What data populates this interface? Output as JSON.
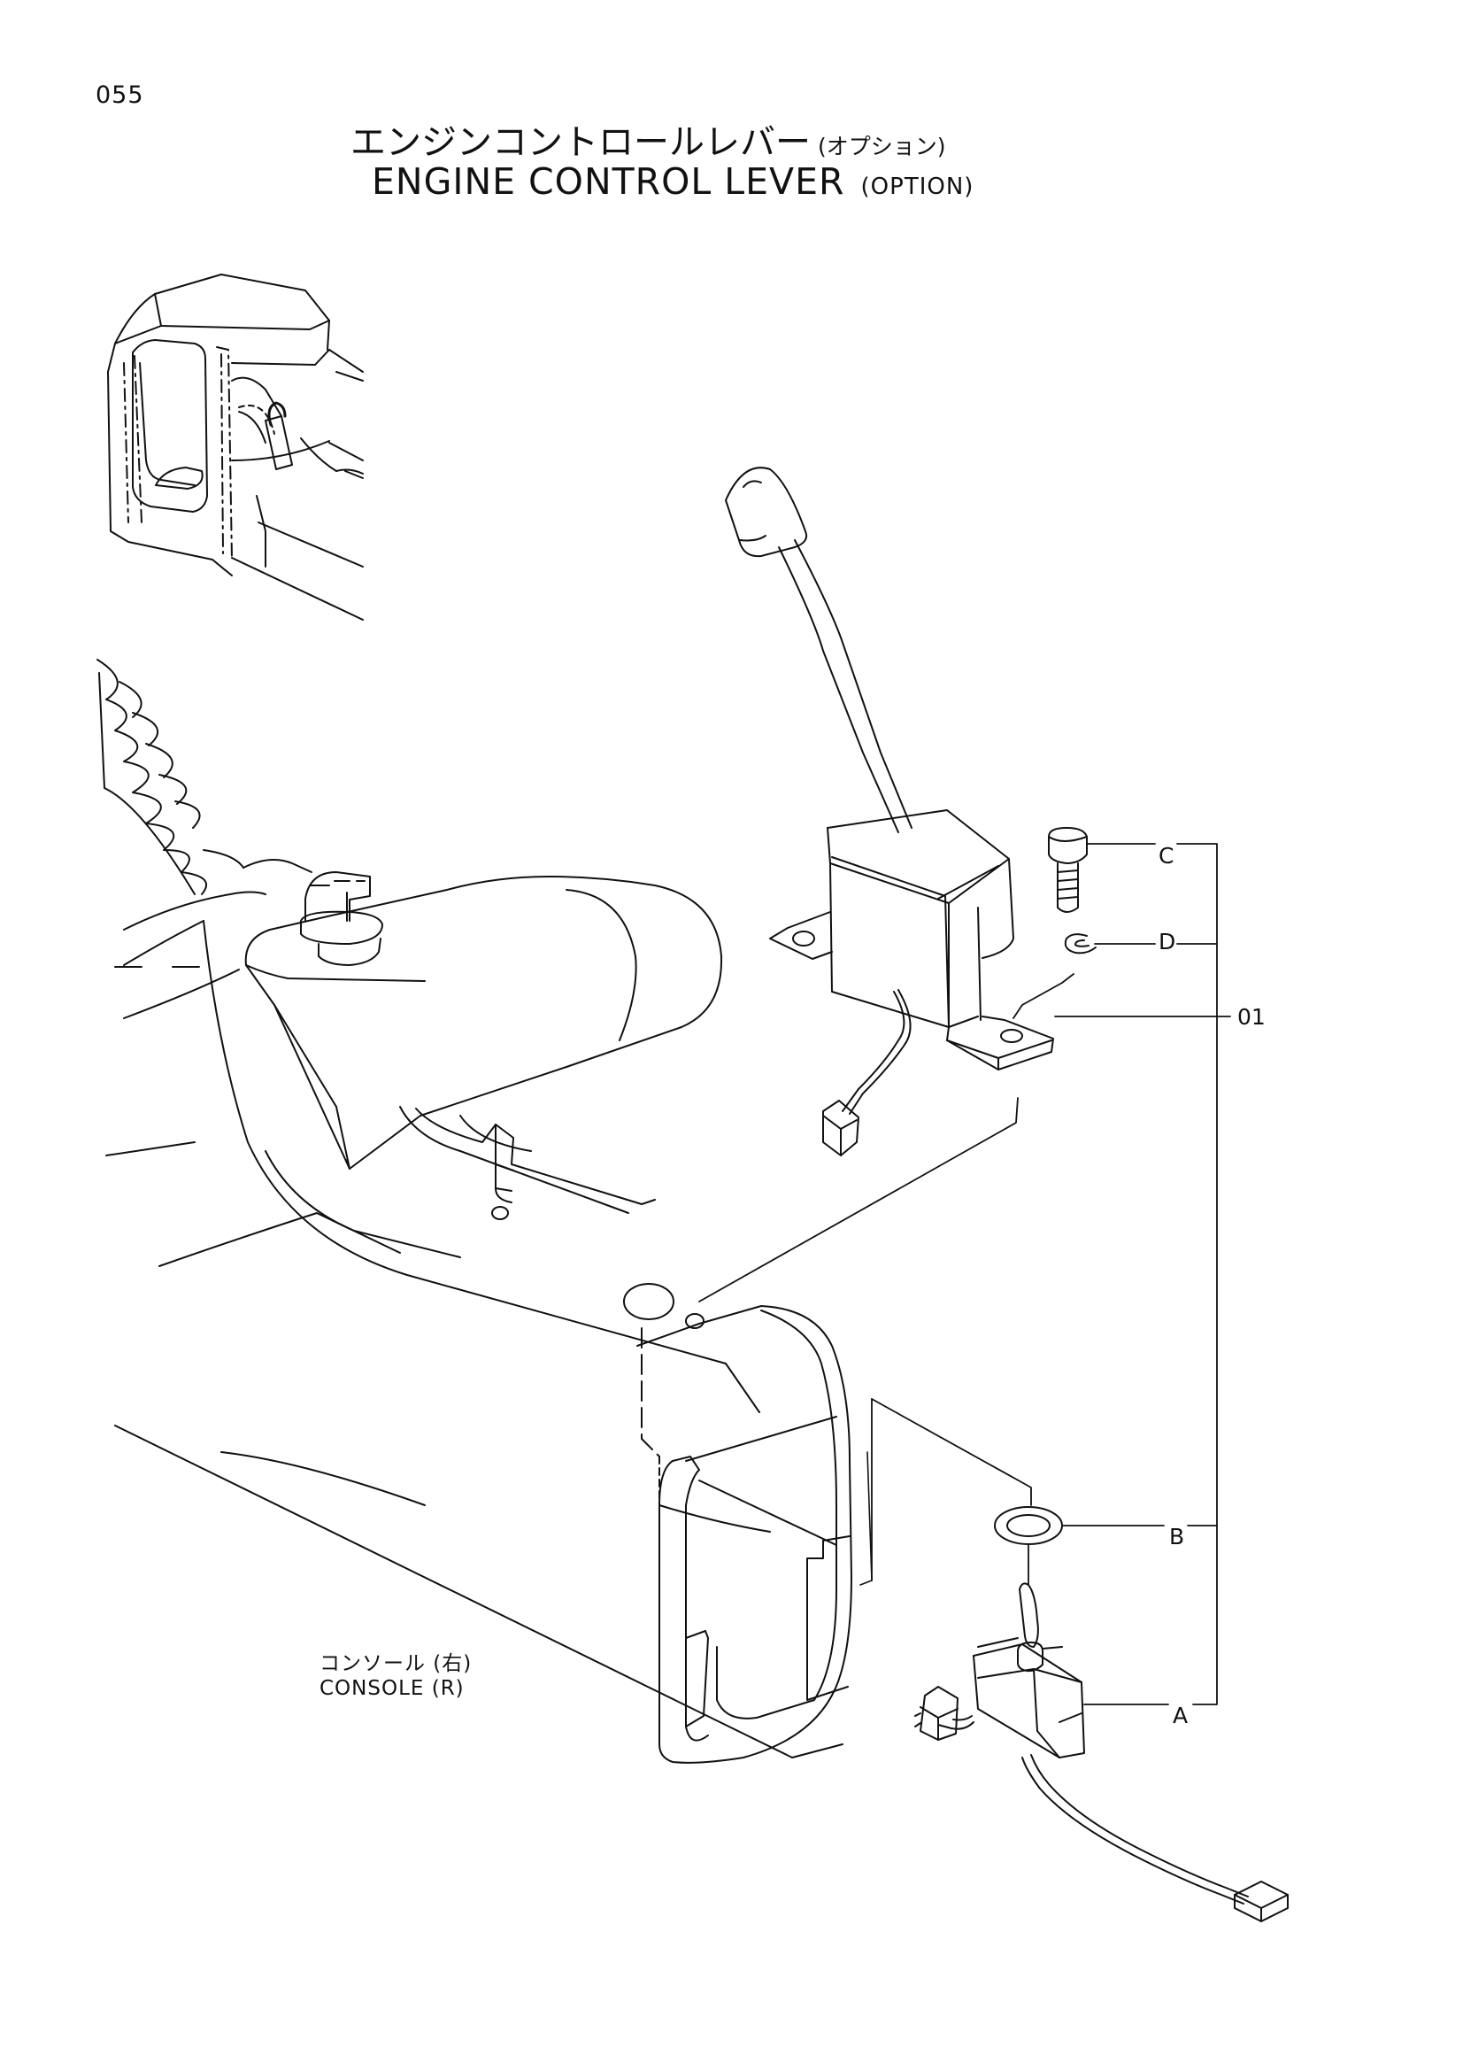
{
  "header": {
    "page_number": "055",
    "title_jp": "エンジンコントロールレバー",
    "title_jp_sub": "(オプション)",
    "title_en": "ENGINE CONTROL LEVER",
    "title_en_sub": "(OPTION)"
  },
  "callouts": {
    "c": "C",
    "d": "D",
    "part_01": "01",
    "b": "B",
    "a": "A"
  },
  "console_label": {
    "jp": "コンソール (右)",
    "en": "CONSOLE (R)"
  }
}
